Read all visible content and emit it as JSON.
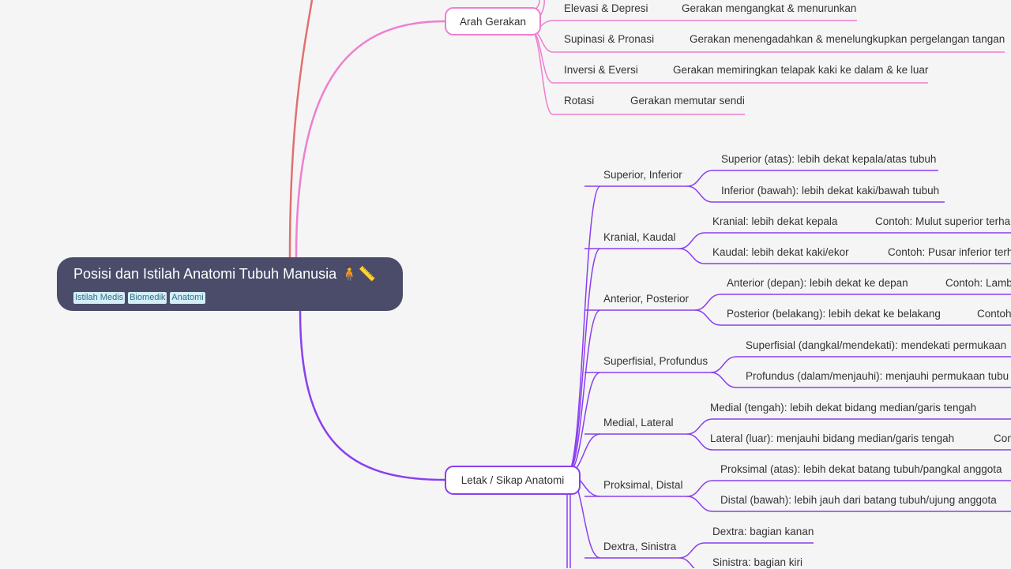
{
  "root": {
    "title": "Posisi dan Istilah Anatomi Tubuh Manusia",
    "emoji": "🧍📏",
    "tags": [
      "Istilah Medis",
      "Biomedik",
      "Anatomi"
    ]
  },
  "colors": {
    "root_bg": "#4a4c6a",
    "branch_red": "#e07070",
    "branch_pink": "#ee7fd0",
    "branch_purple": "#8a3ff0"
  },
  "arah_gerakan": {
    "label": "Arah Gerakan",
    "items": [
      {
        "term": "Elevasi & Depresi",
        "desc": "Gerakan mengangkat & menurunkan"
      },
      {
        "term": "Supinasi & Pronasi",
        "desc": "Gerakan menengadahkan & menelungkupkan pergelangan tangan"
      },
      {
        "term": "Inversi & Eversi",
        "desc": "Gerakan memiringkan telapak kaki ke dalam & ke luar"
      },
      {
        "term": "Rotasi",
        "desc": "Gerakan memutar sendi"
      }
    ]
  },
  "letak": {
    "label": "Letak / Sikap Anatomi",
    "groups": [
      {
        "label": "Superior, Inferior",
        "children": [
          {
            "text": "Superior (atas): lebih dekat kepala/atas tubuh",
            "example": ""
          },
          {
            "text": "Inferior (bawah): lebih dekat kaki/bawah tubuh",
            "example": ""
          }
        ]
      },
      {
        "label": "Kranial, Kaudal",
        "children": [
          {
            "text": "Kranial: lebih dekat kepala",
            "example": "Contoh: Mulut superior terha"
          },
          {
            "text": "Kaudal: lebih dekat kaki/ekor",
            "example": "Contoh: Pusar inferior terh"
          }
        ]
      },
      {
        "label": "Anterior, Posterior",
        "children": [
          {
            "text": "Anterior (depan): lebih dekat ke depan",
            "example": "Contoh: Lamb"
          },
          {
            "text": "Posterior (belakang): lebih dekat ke belakang",
            "example": "Contoh"
          }
        ]
      },
      {
        "label": "Superfisial, Profundus",
        "children": [
          {
            "text": "Superfisial (dangkal/mendekati): mendekati permukaan",
            "example": ""
          },
          {
            "text": "Profundus (dalam/menjauhi): menjauhi permukaan tubu",
            "example": ""
          }
        ]
      },
      {
        "label": "Medial, Lateral",
        "children": [
          {
            "text": "Medial (tengah): lebih dekat bidang median/garis tengah",
            "example": ""
          },
          {
            "text": "Lateral (luar): menjauhi bidang median/garis tengah",
            "example": "Con"
          }
        ]
      },
      {
        "label": "Proksimal, Distal",
        "children": [
          {
            "text": "Proksimal (atas): lebih dekat batang tubuh/pangkal anggota",
            "example": ""
          },
          {
            "text": "Distal (bawah): lebih jauh dari batang tubuh/ujung anggota",
            "example": ""
          }
        ]
      },
      {
        "label": "Dextra, Sinistra",
        "children": [
          {
            "text": "Dextra: bagian kanan",
            "example": ""
          },
          {
            "text": "Sinistra: bagian kiri",
            "example": ""
          }
        ]
      }
    ]
  }
}
